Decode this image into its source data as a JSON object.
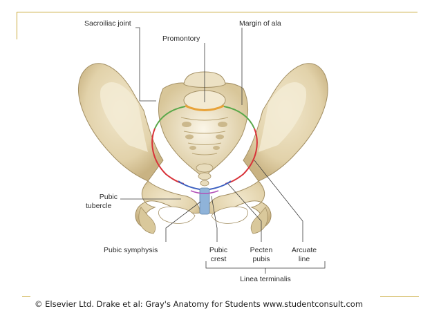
{
  "labels": {
    "sacroiliac_joint": "Sacroiliac joint",
    "margin_of_ala": "Margin of ala",
    "promontory": "Promontory",
    "pubic_tubercle_1": "Pubic",
    "pubic_tubercle_2": "tubercle",
    "pubic_symphysis": "Pubic symphysis",
    "pubic_crest_1": "Pubic",
    "pubic_crest_2": "crest",
    "pecten_pubis_1": "Pecten",
    "pecten_pubis_2": "pubis",
    "arcuate_line_1": "Arcuate",
    "arcuate_line_2": "line",
    "linea_terminalis": "Linea terminalis"
  },
  "caption": "© Elsevier Ltd. Drake et al: Gray's Anatomy for Students www.studentconsult.com",
  "colors": {
    "bone": "#e6d9b8",
    "bone_shadow": "#b9a57b",
    "promontory_line": "#e8a33a",
    "margin_of_ala_line": "#5aa84a",
    "arcuate_line": "#d8333a",
    "pecten_line": "#3b5fc0",
    "symphysis": "#8fb3d9",
    "rule": "#c9a93a"
  }
}
